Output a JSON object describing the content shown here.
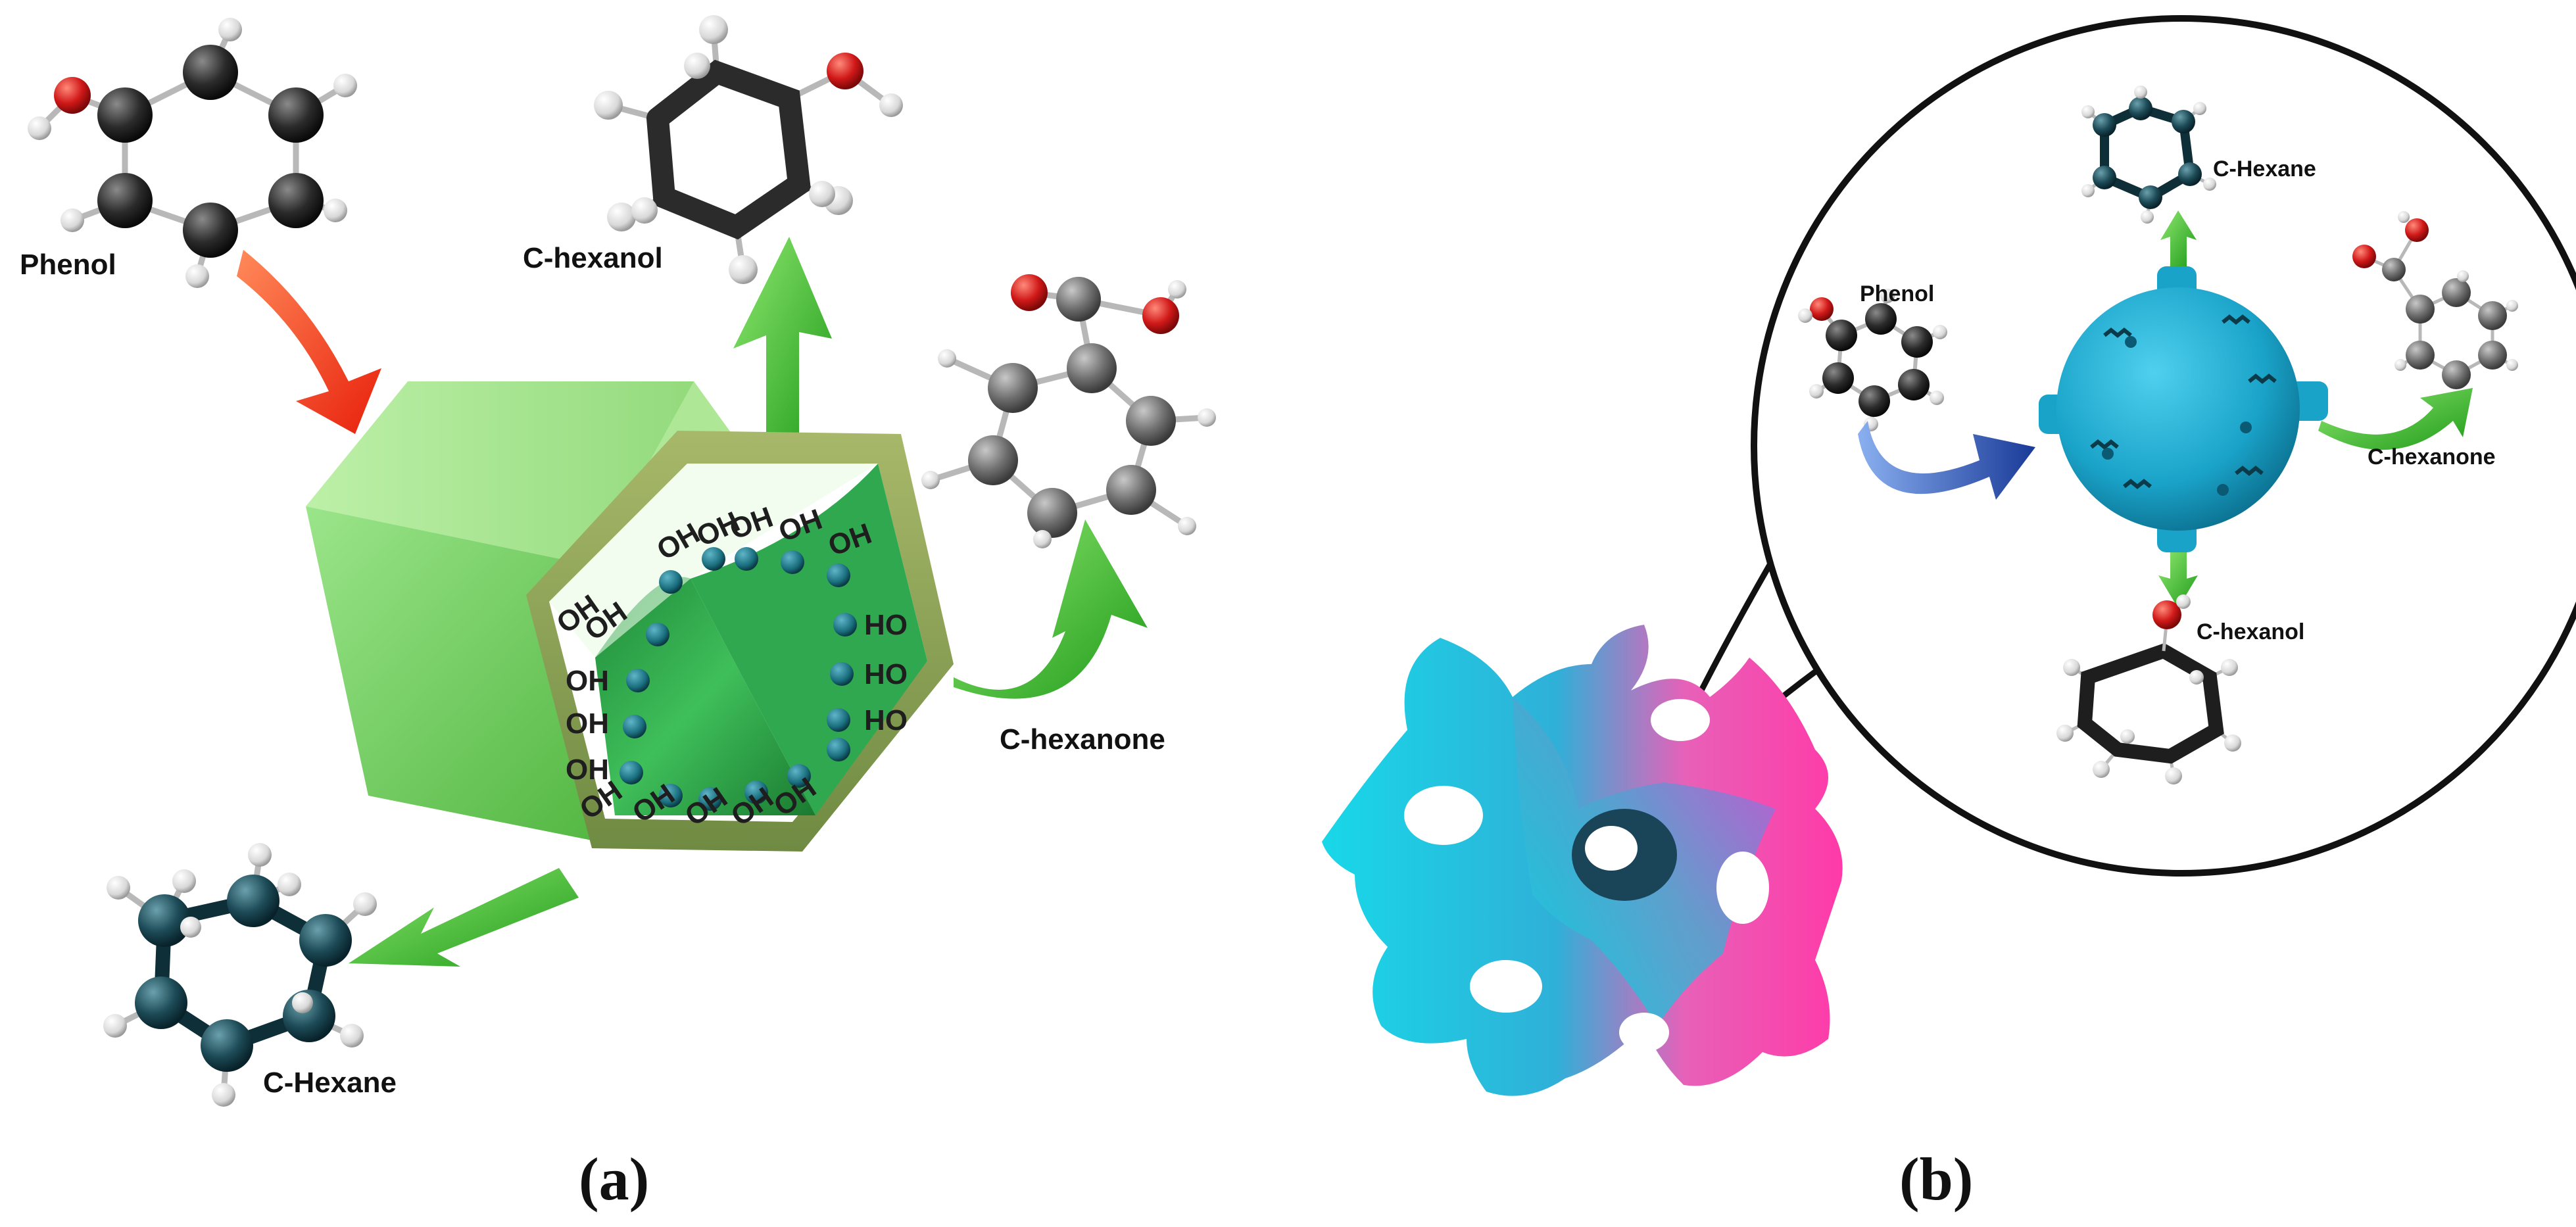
{
  "panel_a": {
    "label": "(a)",
    "molecules": {
      "phenol": "Phenol",
      "cyclohexanol": "C-hexanol",
      "cyclohexanone": "C-hexanone",
      "cyclohexane": "C-Hexane"
    },
    "surface_group_label": "OH"
  },
  "panel_b": {
    "label": "(b)",
    "molecules": {
      "phenol": "Phenol",
      "cyclohexane": "C-Hexane",
      "cyclohexanone": "C-hexanone",
      "cyclohexanol": "C-hexanol"
    }
  },
  "colors": {
    "carbon": "#2b2b2b",
    "hydrogen": "#e8e8e8",
    "oxygen": "#d01818",
    "channel_green": "#5fc24e",
    "arrow_green": "#2fb42a",
    "arrow_red": "#e8341c",
    "arrow_blue": "#2a4fa8",
    "sphere_cyan": "#1aa3c9",
    "catalyst_teal": "#1a6e7e"
  }
}
